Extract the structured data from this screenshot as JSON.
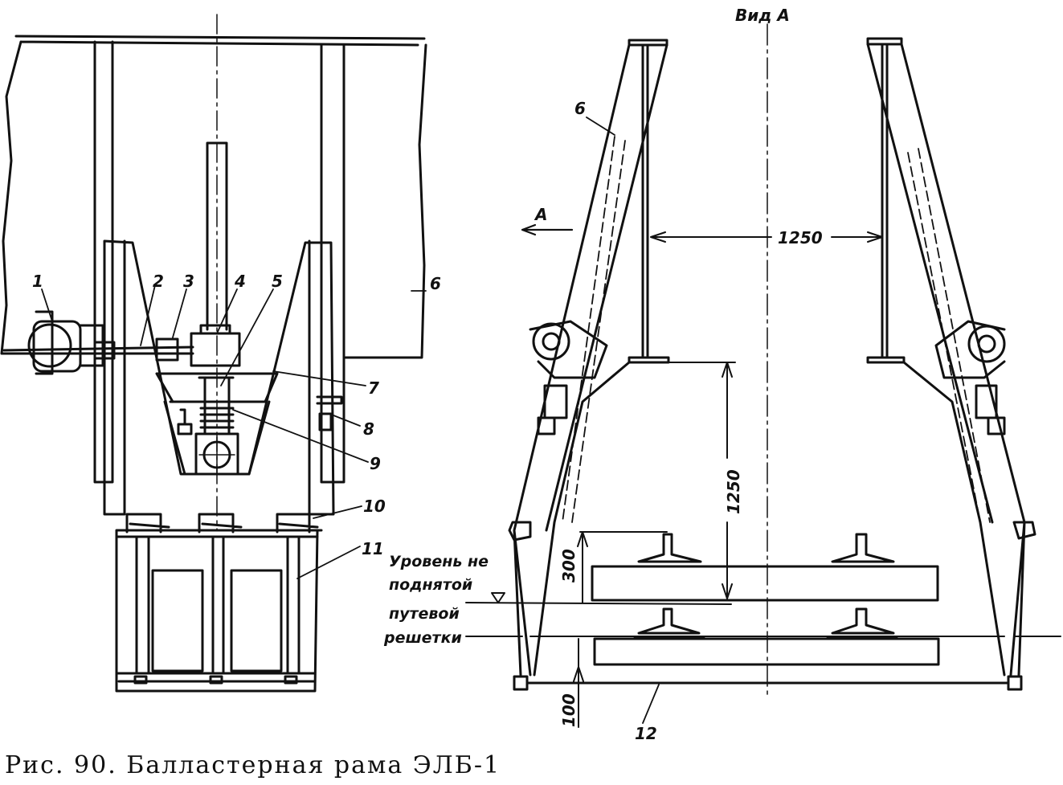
{
  "figure": {
    "caption": "Рис. 90. Балластерная рама ЭЛБ-1",
    "view_title": "Вид А",
    "view_arrow": "А",
    "dimensions": {
      "width": "1250",
      "height": "1250",
      "ballast": "300",
      "depth": "100"
    },
    "level_note": [
      "Уровень не",
      "поднятой",
      "путевой",
      "решетки"
    ],
    "callouts": [
      "1",
      "2",
      "3",
      "4",
      "5",
      "6",
      "7",
      "8",
      "9",
      "10",
      "11",
      "6",
      "12"
    ],
    "colors": {
      "ink": "#111111",
      "paper": "#ffffff"
    }
  }
}
